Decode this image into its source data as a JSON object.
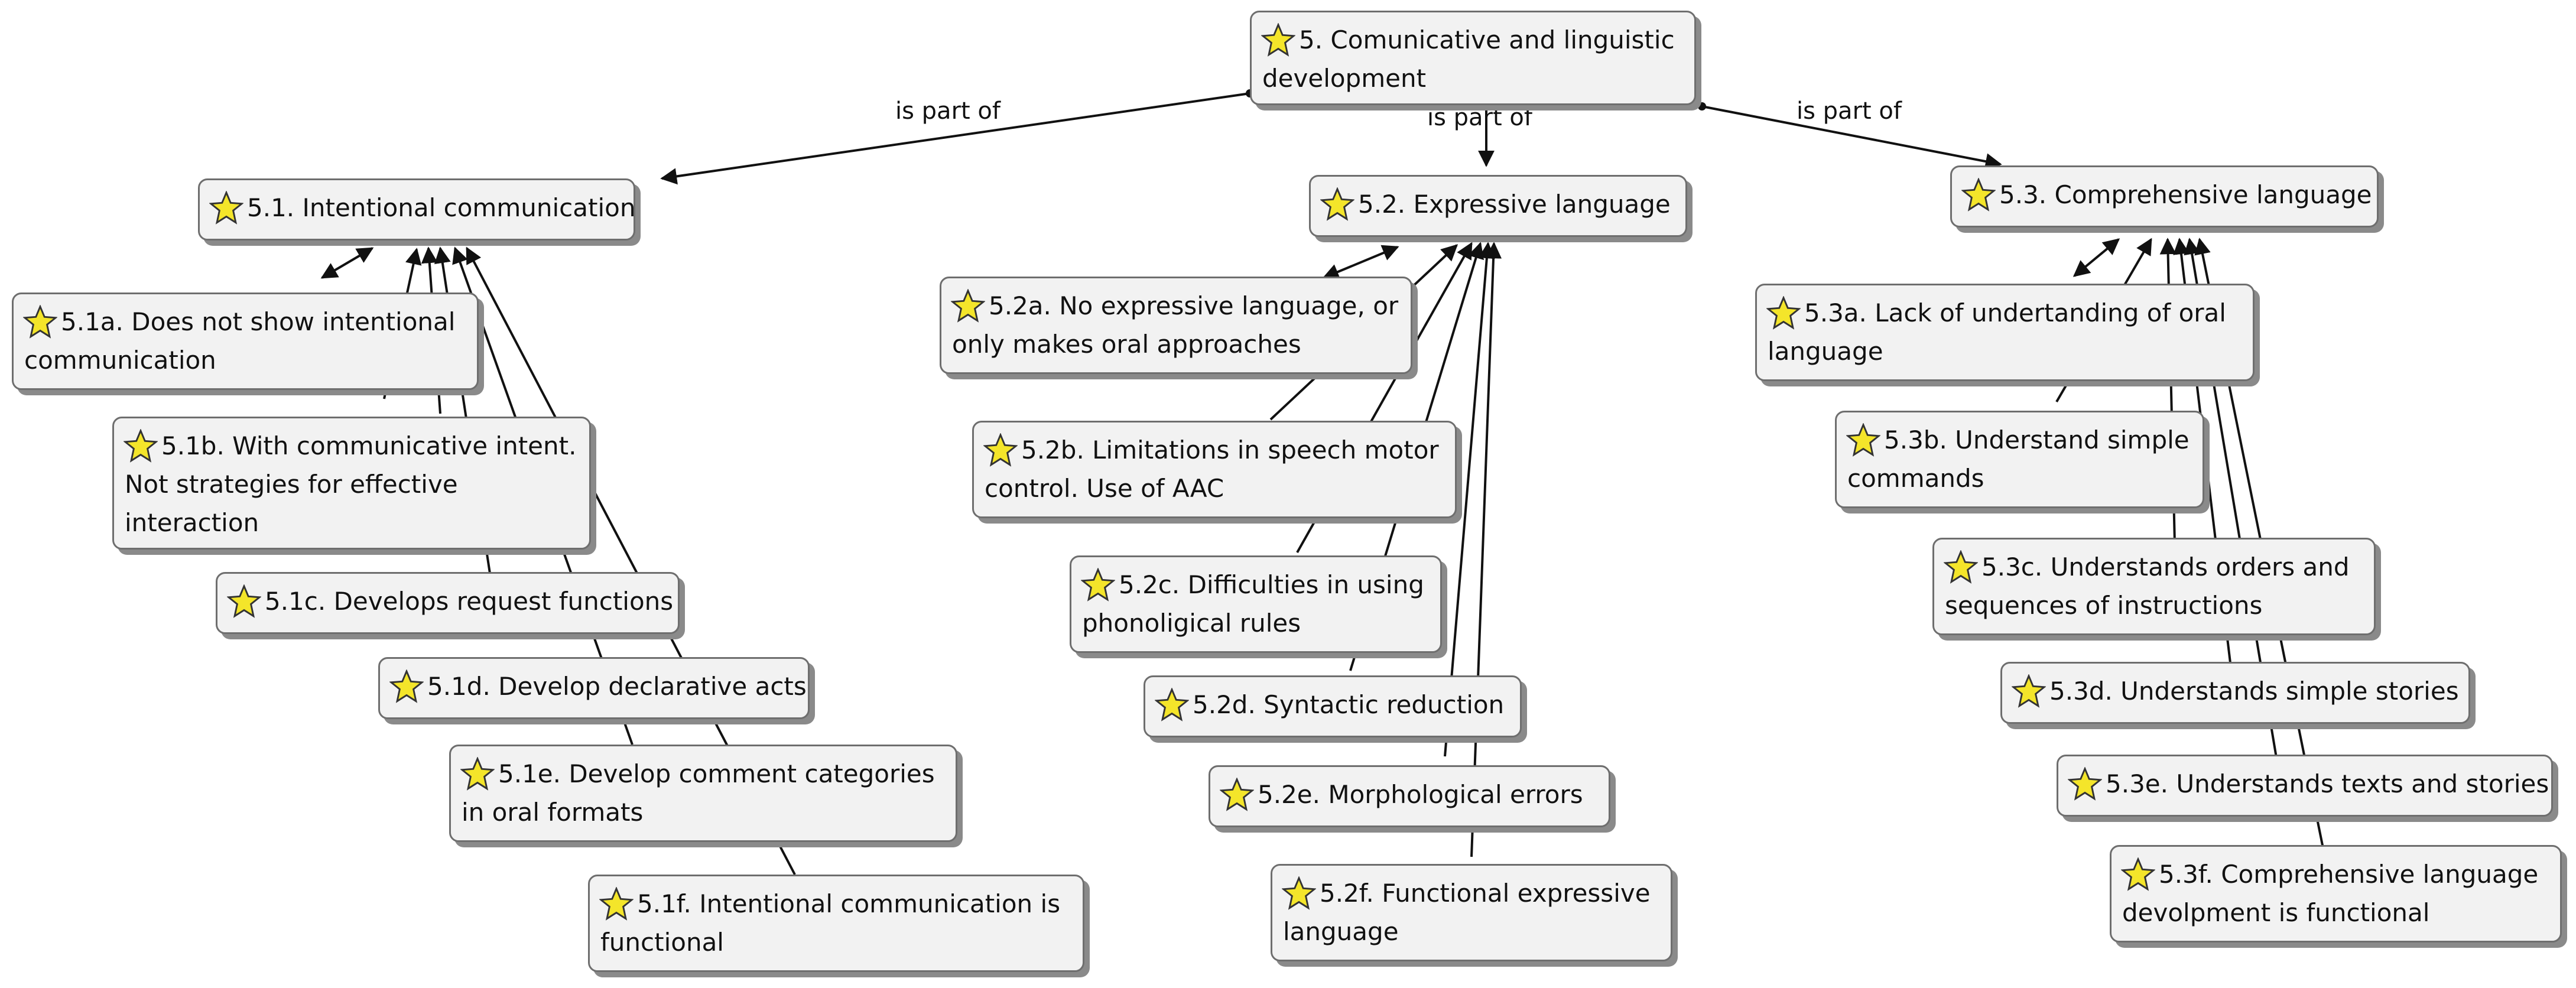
{
  "edge_label": "is part of",
  "icon": "concept-star-icon",
  "nodes": {
    "root": {
      "l1": "5. Comunicative and linguistic",
      "l2": "development"
    },
    "n51": {
      "l1": "5.1. Intentional communication"
    },
    "n51a": {
      "l1": "5.1a. Does not show intentional",
      "l2": "communication"
    },
    "n51b": {
      "l1": "5.1b. With communicative intent.",
      "l2": "Not strategies for effective",
      "l3": "interaction"
    },
    "n51c": {
      "l1": "5.1c. Develops request functions"
    },
    "n51d": {
      "l1": "5.1d. Develop declarative acts"
    },
    "n51e": {
      "l1": "5.1e. Develop comment categories",
      "l2": "in oral formats"
    },
    "n51f": {
      "l1": "5.1f. Intentional communication is",
      "l2": "functional"
    },
    "n52": {
      "l1": "5.2. Expressive language"
    },
    "n52a": {
      "l1": "5.2a. No expressive language, or",
      "l2": "only makes oral approaches"
    },
    "n52b": {
      "l1": "5.2b. Limitations in speech motor",
      "l2": "control. Use of AAC"
    },
    "n52c": {
      "l1": "5.2c. Difficulties in using",
      "l2": "phonoligical rules"
    },
    "n52d": {
      "l1": "5.2d. Syntactic reduction"
    },
    "n52e": {
      "l1": "5.2e. Morphological errors"
    },
    "n52f": {
      "l1": "5.2f. Functional expressive",
      "l2": "language"
    },
    "n53": {
      "l1": "5.3. Comprehensive language"
    },
    "n53a": {
      "l1": "5.3a. Lack of undertanding of oral",
      "l2": "language"
    },
    "n53b": {
      "l1": "5.3b. Understand simple",
      "l2": "commands"
    },
    "n53c": {
      "l1": "5.3c. Understands orders and",
      "l2": "sequences of instructions"
    },
    "n53d": {
      "l1": "5.3d. Understands simple stories"
    },
    "n53e": {
      "l1": "5.3e. Understands texts and stories"
    },
    "n53f": {
      "l1": "5.3f. Comprehensive language",
      "l2": "devolpment is functional"
    }
  }
}
